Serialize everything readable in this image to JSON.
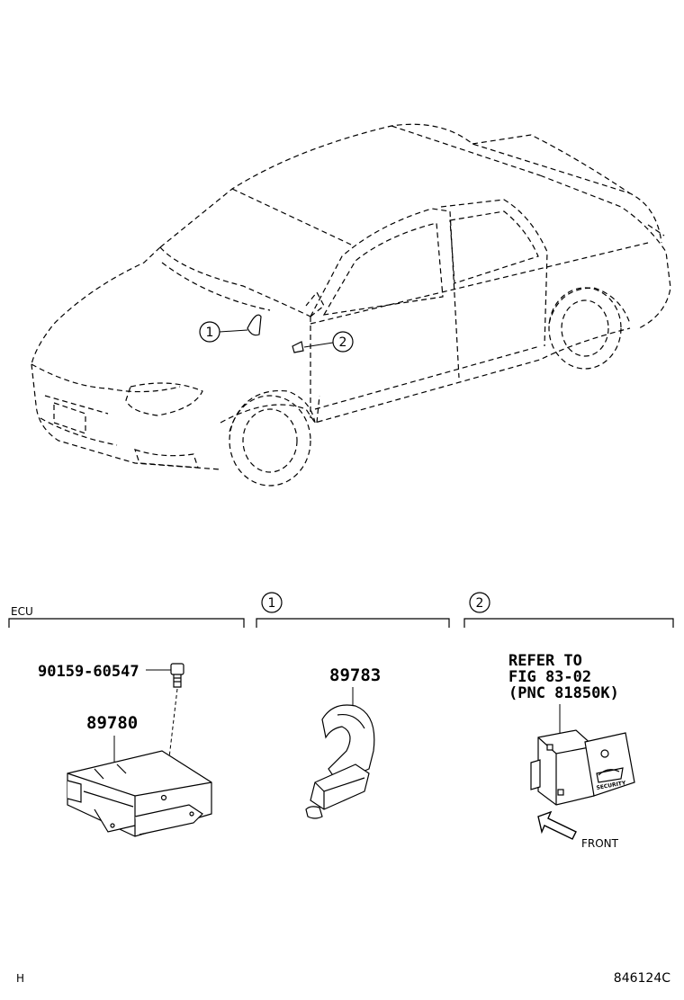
{
  "callouts": {
    "one": "1",
    "two": "2"
  },
  "sections": {
    "ecu": {
      "header": "ECU",
      "bolt_part": "90159-60547",
      "ecu_part": "89780"
    },
    "one": {
      "header_num": "1",
      "part": "89783"
    },
    "two": {
      "header_num": "2",
      "refer_line1": "REFER TO",
      "refer_line2": "FIG 83-02",
      "refer_line3": "(PNC 81850K)",
      "switch_text": "SECURITY",
      "front_label": "FRONT"
    }
  },
  "footer": {
    "left_code": "H",
    "right_code": "846124C"
  }
}
